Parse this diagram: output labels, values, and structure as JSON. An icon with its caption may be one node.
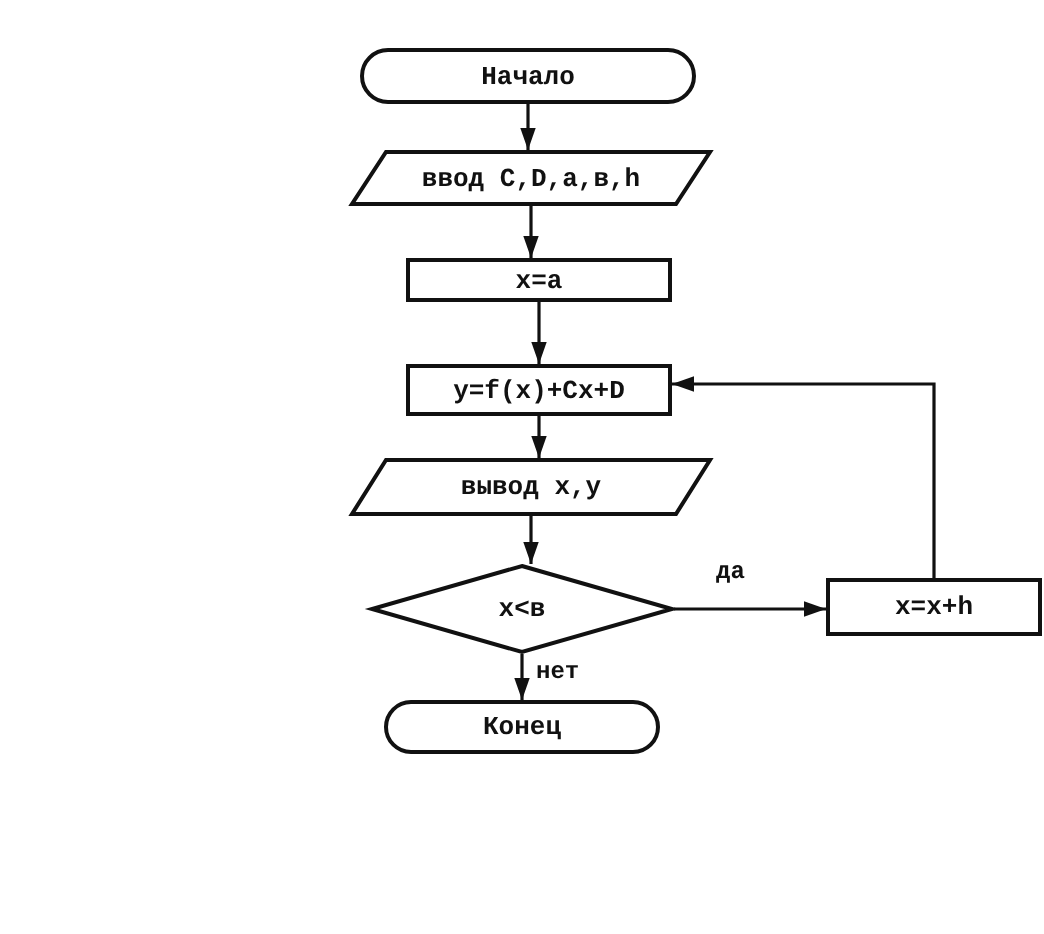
{
  "diagram": {
    "nodes": [
      {
        "text": [
          "Начало"
        ]
      },
      {
        "text": [
          "ввод C,D,a,в,h"
        ]
      },
      {
        "text": [
          "x=a"
        ]
      },
      {
        "text": [
          "y=f(x)+Cx+D"
        ]
      },
      {
        "text": [
          "вывод x,y"
        ]
      },
      {
        "text": [
          "x<в"
        ]
      },
      {
        "text": [
          "x=x+h"
        ]
      },
      {
        "text": [
          "Конец"
        ]
      }
    ],
    "edges": [
      {
        "from": 0,
        "to": 1,
        "arrow": "to"
      },
      {
        "from": 1,
        "to": 2,
        "arrow": "to"
      },
      {
        "from": 2,
        "to": 3,
        "arrow": "to"
      },
      {
        "from": 3,
        "to": 4,
        "arrow": "to"
      },
      {
        "from": 4,
        "to": 5,
        "arrow": "to"
      },
      {
        "from": 5,
        "to": 6,
        "arrow": "to",
        "label": "да"
      },
      {
        "from": 6,
        "to": 3,
        "arrow": "to"
      },
      {
        "from": 5,
        "to": 7,
        "arrow": "to",
        "label": "нет"
      }
    ]
  }
}
